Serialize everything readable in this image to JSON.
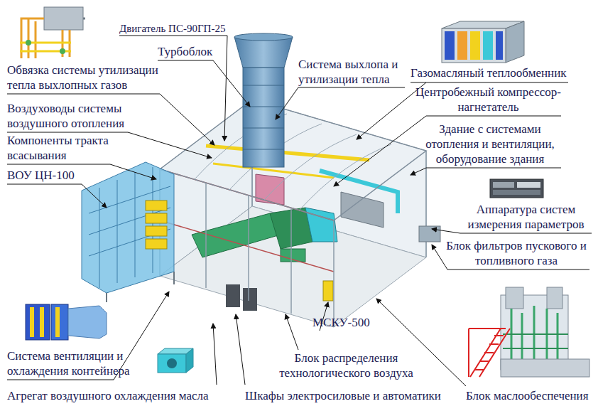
{
  "diagram": {
    "labels": [
      "Двигатель ПС-90ГП-25",
      "Турбоблок",
      "Обвязка системы утилизации тепла выхлопных газов",
      "Система выхлопа и утилизации тепла",
      "Газомасляный теплообменник",
      "Воздуховоды системы воздушного отопления",
      "Центробежный компрессор-нагнетатель",
      "Компоненты тракта всасывания",
      "Здание с системами отопления и вентиляции, оборудование здания",
      "ВОУ ЦН-100",
      "Аппаратура систем измерения параметров",
      "Блок фильтров пускового и топливного газа",
      "МСКУ-500",
      "Блок распределения технологического воздуха",
      "Система вентиляции и охлаждения контейнера",
      "Шкафы электросиловые и автоматики",
      "Агрегат воздушного охлаждения масла",
      "Блок маслообеспечения"
    ]
  }
}
